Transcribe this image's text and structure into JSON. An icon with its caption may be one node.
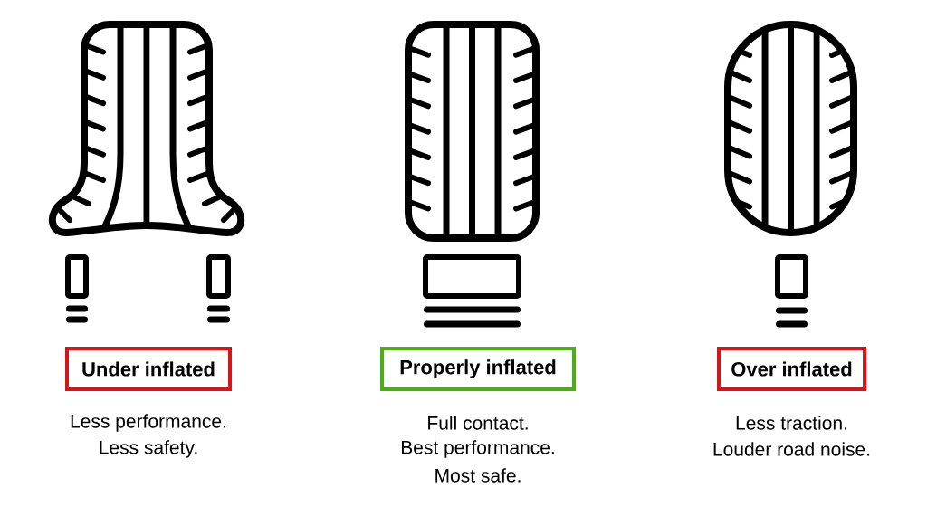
{
  "diagram": {
    "nodes": [
      {
        "text": [
          "Under inflated"
        ],
        "beside": [
          "Less performance.",
          "Less safety."
        ]
      },
      {
        "text": [
          "Properly inflated"
        ],
        "beside": [
          "Full contact.",
          "Best performance.",
          "Most safe."
        ]
      },
      {
        "text": [
          "Over inflated"
        ],
        "beside": [
          "Less traction.",
          "Louder road noise."
        ]
      }
    ]
  }
}
